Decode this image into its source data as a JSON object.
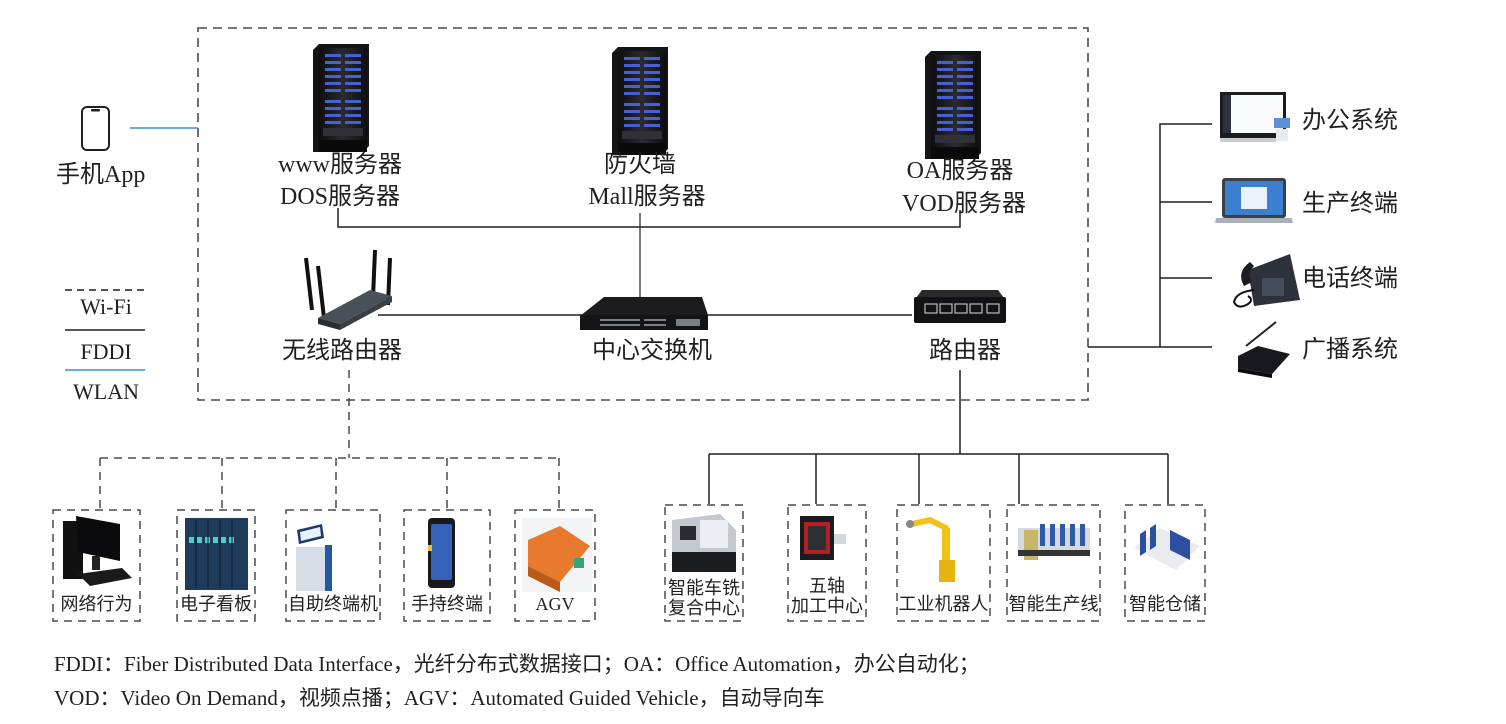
{
  "central_network": {
    "servers": [
      {
        "id": "web-dos-server",
        "lines": [
          "www服务器",
          "DOS服务器"
        ],
        "icon": "server-rack-icon"
      },
      {
        "id": "firewall-mall-server",
        "lines": [
          "防火墙",
          "Mall服务器"
        ],
        "icon": "server-rack-icon"
      },
      {
        "id": "oa-vod-server",
        "lines": [
          "OA服务器",
          "VOD服务器"
        ],
        "icon": "server-rack-icon"
      }
    ],
    "wireless_router": {
      "label": "无线路由器",
      "icon": "wireless-router-icon"
    },
    "core_switch": {
      "label": "中心交换机",
      "icon": "network-switch-icon"
    },
    "router": {
      "label": "路由器",
      "icon": "router-icon"
    }
  },
  "mobile_app": {
    "label": "手机App",
    "icon": "smartphone-icon"
  },
  "legend": {
    "items": [
      {
        "label": "Wi-Fi",
        "line_style": "dashed",
        "color": "#231f20"
      },
      {
        "label": "FDDI",
        "line_style": "solid",
        "color": "#231f20"
      },
      {
        "label": "WLAN",
        "line_style": "solid",
        "color": "#3a8fc7"
      }
    ]
  },
  "office_systems": [
    {
      "label": "办公系统",
      "icon": "office-monitor-icon"
    },
    {
      "label": "生产终端",
      "icon": "laptop-icon"
    },
    {
      "label": "电话终端",
      "icon": "desk-phone-icon"
    },
    {
      "label": "广播系统",
      "icon": "broadcast-microphone-icon"
    }
  ],
  "wireless_devices": [
    {
      "lines": [
        "网络行为"
      ],
      "icon": "desktop-computer-icon"
    },
    {
      "lines": [
        "电子看板"
      ],
      "icon": "electronic-board-icon"
    },
    {
      "lines": [
        "自助终端机"
      ],
      "icon": "kiosk-icon"
    },
    {
      "lines": [
        "手持终端"
      ],
      "icon": "handheld-terminal-icon"
    },
    {
      "lines": [
        "AGV"
      ],
      "icon": "agv-icon"
    }
  ],
  "production_devices": [
    {
      "lines": [
        "智能车铣",
        "复合中心"
      ],
      "icon": "cnc-lathe-icon"
    },
    {
      "lines": [
        "五轴",
        "加工中心"
      ],
      "icon": "five-axis-machine-icon"
    },
    {
      "lines": [
        "工业机器人"
      ],
      "icon": "industrial-robot-icon"
    },
    {
      "lines": [
        "智能生产线"
      ],
      "icon": "production-line-icon"
    },
    {
      "lines": [
        "智能仓储"
      ],
      "icon": "warehouse-icon"
    }
  ],
  "footnotes": [
    "FDDI：Fiber Distributed Data Interface，光纤分布式数据接口；OA：Office Automation，办公自动化；",
    "VOD：Video On Demand，视频点播；AGV：Automated Guided Vehicle，自动导向车"
  ],
  "colors": {
    "line": "#231f20",
    "dashed_line": "#4a4a4a",
    "wlan_line": "#3a8fc7",
    "device_dark": "#1c1c1e",
    "server_led": "#4a5fd0",
    "agv_orange": "#e77a2c",
    "robot_yellow": "#f2c21a"
  }
}
